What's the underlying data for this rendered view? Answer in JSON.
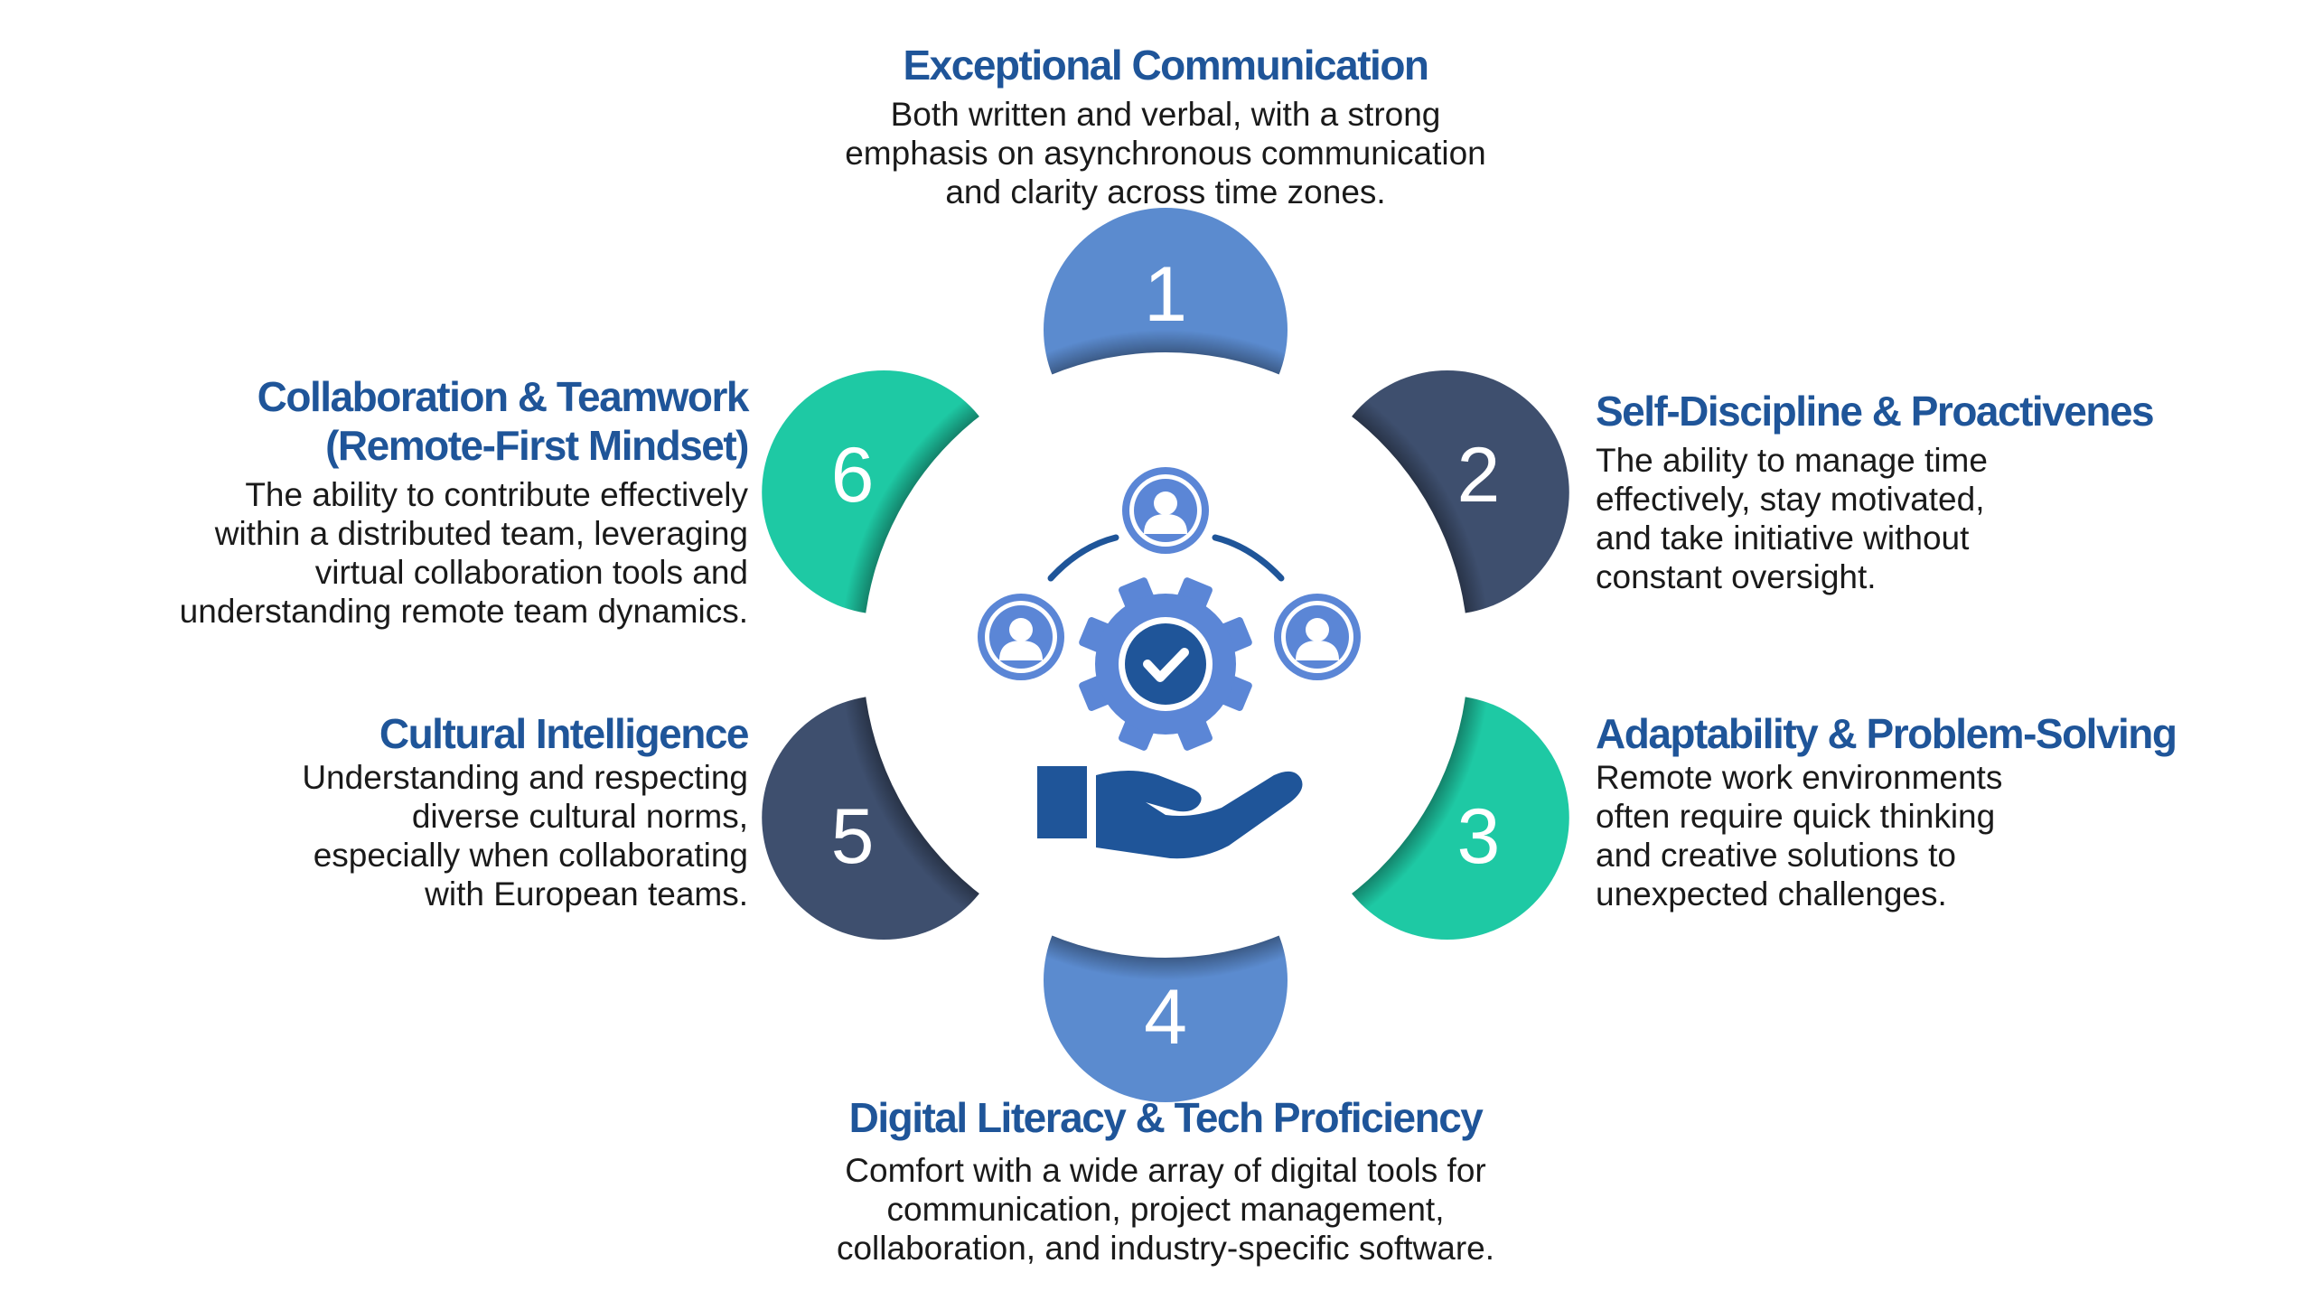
{
  "colors": {
    "title": "#1f5599",
    "text": "#1a1a1a",
    "blue": "#5b8bcf",
    "navy": "#3e4f6e",
    "teal": "#1ec9a4",
    "icon_blue": "#5b86d6",
    "icon_dark": "#1f5599"
  },
  "items": [
    {
      "number": "1",
      "title": "Exceptional Communication",
      "desc": [
        "Both written and verbal, with a strong",
        "emphasis on asynchronous communication",
        "and clarity across time zones."
      ]
    },
    {
      "number": "2",
      "title": "Self-Discipline & Proactivenes",
      "desc": [
        "The ability to manage time",
        "effectively, stay motivated,",
        "and take initiative without",
        "constant oversight."
      ]
    },
    {
      "number": "3",
      "title": "Adaptability & Problem-Solving",
      "desc": [
        "Remote work environments",
        "often require quick thinking",
        "and creative solutions to",
        "unexpected challenges."
      ]
    },
    {
      "number": "4",
      "title": "Digital Literacy & Tech Proficiency",
      "desc": [
        "Comfort with a wide array of digital tools for",
        "communication, project management,",
        "collaboration, and industry-specific software."
      ]
    },
    {
      "number": "5",
      "title": "Cultural Intelligence",
      "desc": [
        "Understanding and respecting",
        "diverse cultural norms,",
        "especially when collaborating",
        "with European teams."
      ]
    },
    {
      "number": "6",
      "title_lines": [
        "Collaboration & Teamwork",
        "(Remote-First Mindset)"
      ],
      "desc": [
        "The ability to contribute effectively",
        "within a distributed team, leveraging",
        "virtual collaboration tools and",
        "understanding remote team dynamics."
      ]
    }
  ],
  "icons": {
    "center": "team-gear-checkmark-hand-icon",
    "person": "person-avatar-icon",
    "gear": "gear-check-icon",
    "hand": "open-hand-icon"
  }
}
